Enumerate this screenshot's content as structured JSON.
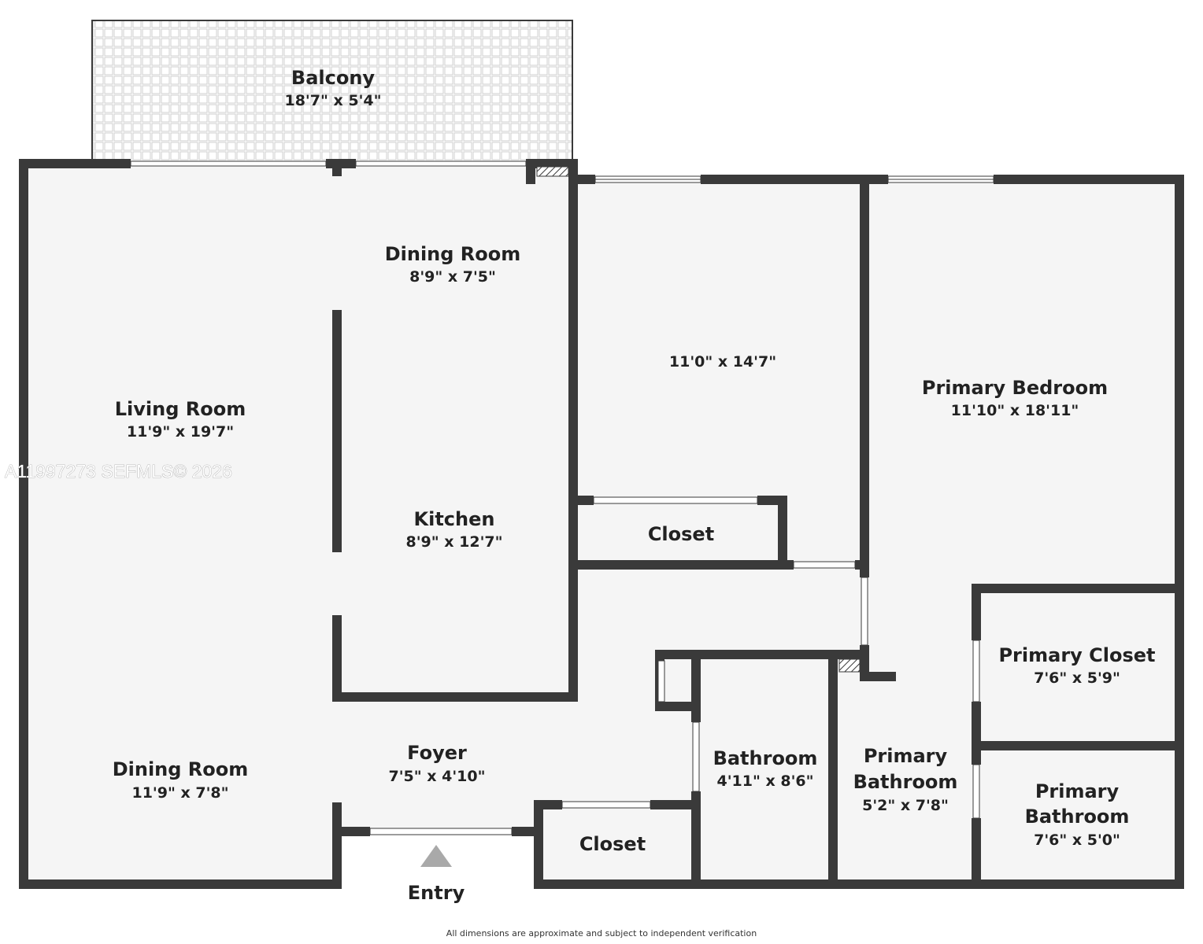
{
  "colors": {
    "wall": "#3a3a3a",
    "floor": "#f5f5f5",
    "window": "#ffffff",
    "balcony_tile": "#cfcfcf",
    "entry_arrow": "#a9a9a9"
  },
  "rooms": {
    "balcony": {
      "name": "Balcony",
      "dim": "18'7\" x 5'4\""
    },
    "dining_top": {
      "name": "Dining Room",
      "dim": "8'9\" x 7'5\""
    },
    "bedroom2": {
      "name": "",
      "dim": "11'0\" x 14'7\""
    },
    "primary_bed": {
      "name": "Primary Bedroom",
      "dim": "11'10\" x 18'11\""
    },
    "living": {
      "name": "Living Room",
      "dim": "11'9\" x 19'7\""
    },
    "kitchen": {
      "name": "Kitchen",
      "dim": "8'9\" x 12'7\""
    },
    "closet_mid": {
      "name": "Closet"
    },
    "primary_closet": {
      "name": "Primary Closet",
      "dim": "7'6\" x 5'9\""
    },
    "dining_bottom": {
      "name": "Dining Room",
      "dim": "11'9\" x 7'8\""
    },
    "foyer": {
      "name": "Foyer",
      "dim": "7'5\" x 4'10\""
    },
    "bathroom": {
      "name": "Bathroom",
      "dim": "4'11\" x 8'6\""
    },
    "primary_bath1": {
      "name_line1": "Primary",
      "name_line2": "Bathroom",
      "dim": "5'2\" x 7'8\""
    },
    "primary_bath2": {
      "name_line1": "Primary",
      "name_line2": "Bathroom",
      "dim": "7'6\" x 5'0\""
    },
    "closet_entry": {
      "name": "Closet"
    }
  },
  "entry_label": "Entry",
  "watermark": "A11997273  SEFMLS© 2026",
  "disclaimer": "All dimensions are approximate and subject to independent verification"
}
